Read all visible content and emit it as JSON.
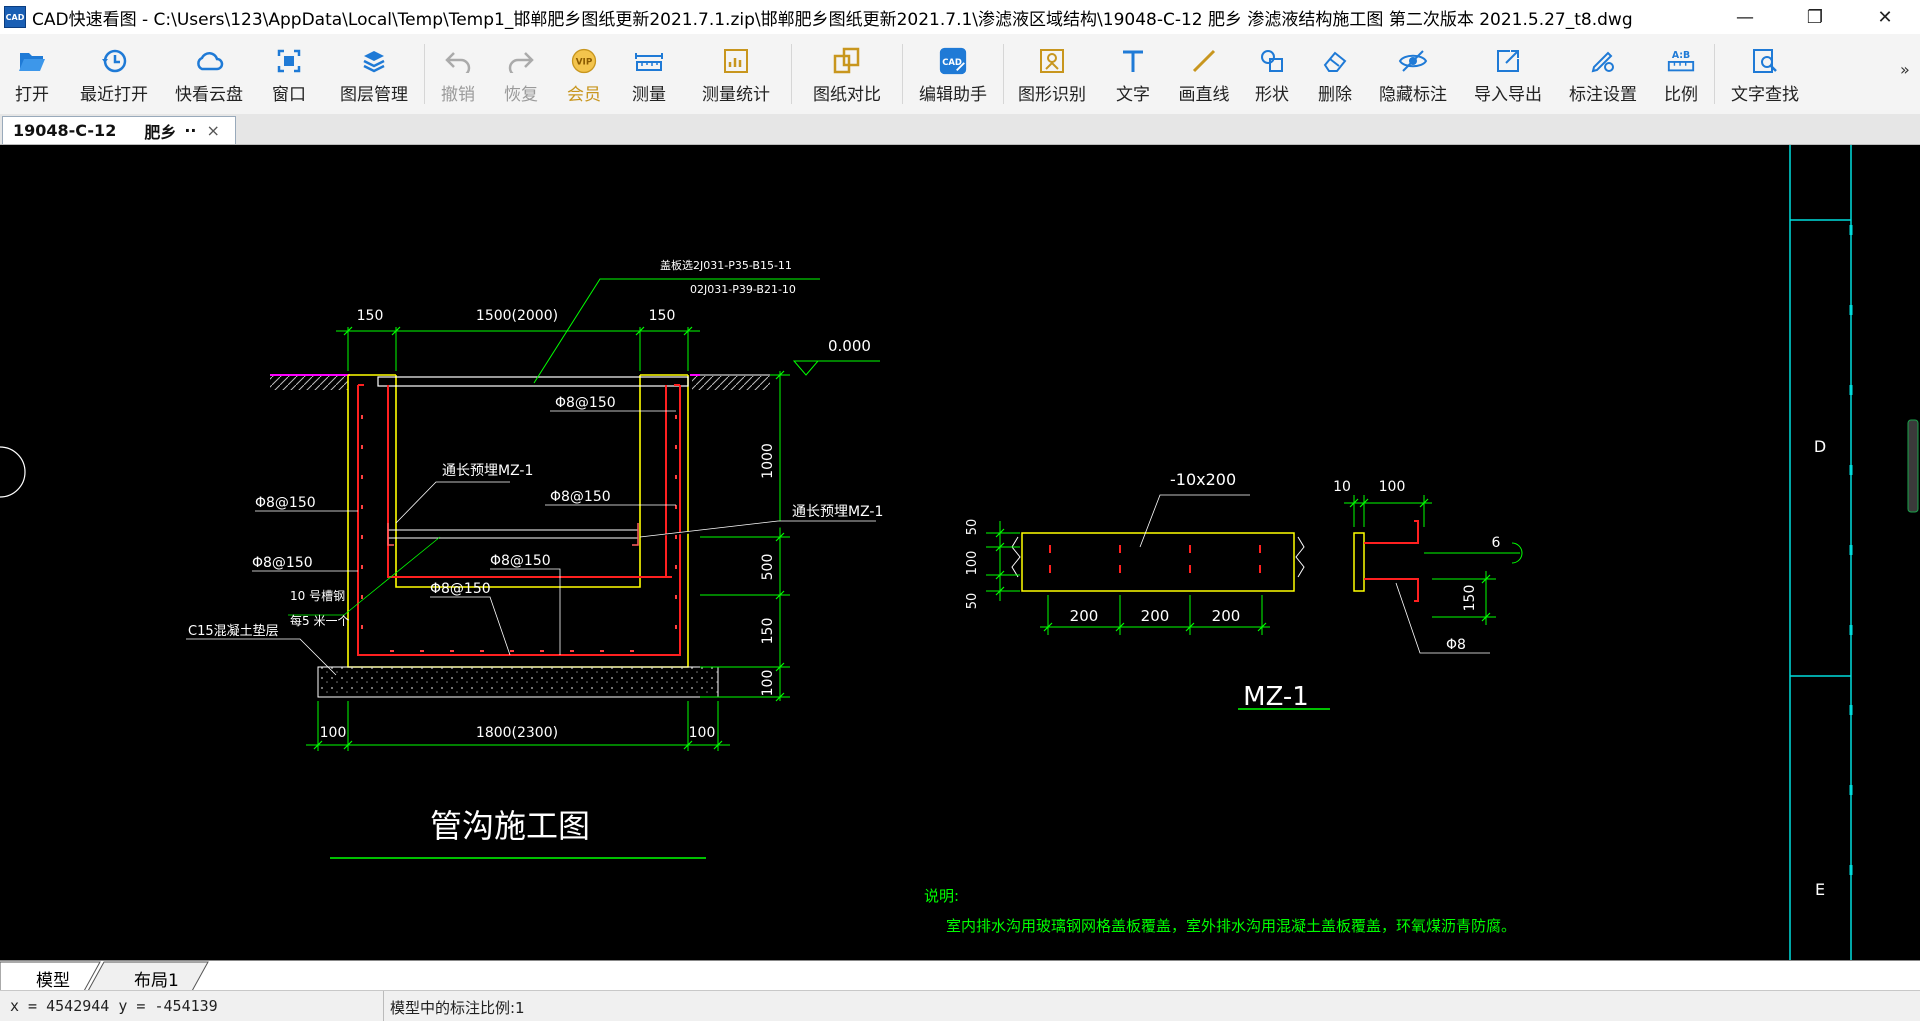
{
  "window": {
    "title": "CAD快速看图 - C:\\Users\\123\\AppData\\Local\\Temp\\Temp1_邯郸肥乡图纸更新2021.7.1.zip\\邯郸肥乡图纸更新2021.7.1\\渗滤液区域结构\\19048-C-12   肥乡 渗滤液结构施工图 第二次版本 2021.5.27_t8.dwg",
    "app_icon_text": "CAD"
  },
  "toolbar": {
    "items": [
      {
        "label": "打开",
        "icon": "folder-open-icon"
      },
      {
        "label": "最近打开",
        "icon": "clock-icon"
      },
      {
        "label": "快看云盘",
        "icon": "cloud-icon"
      },
      {
        "label": "窗口",
        "icon": "window-icon"
      },
      {
        "label": "图层管理",
        "icon": "layers-icon"
      },
      {
        "label": "撤销",
        "icon": "undo-icon"
      },
      {
        "label": "恢复",
        "icon": "redo-icon"
      },
      {
        "label": "会员",
        "icon": "vip-icon",
        "badge": "VIP"
      },
      {
        "label": "测量",
        "icon": "ruler-icon"
      },
      {
        "label": "测量统计",
        "icon": "measure-stats-icon"
      },
      {
        "label": "图纸对比",
        "icon": "compare-icon"
      },
      {
        "label": "编辑助手",
        "icon": "edit-assistant-icon",
        "badge": "CAD"
      },
      {
        "label": "图形识别",
        "icon": "shape-recognize-icon"
      },
      {
        "label": "文字",
        "icon": "text-icon"
      },
      {
        "label": "画直线",
        "icon": "line-icon"
      },
      {
        "label": "形状",
        "icon": "shapes-icon"
      },
      {
        "label": "删除",
        "icon": "eraser-icon"
      },
      {
        "label": "隐藏标注",
        "icon": "eye-hide-icon"
      },
      {
        "label": "导入导出",
        "icon": "import-export-icon"
      },
      {
        "label": "标注设置",
        "icon": "annotation-settings-icon"
      },
      {
        "label": "比例",
        "icon": "scale-icon",
        "badge": "A:B"
      },
      {
        "label": "文字查找",
        "icon": "text-search-icon"
      }
    ],
    "more": "»"
  },
  "doc_tab": {
    "name": "19048-C-12",
    "suffix": "肥乡",
    "dots": "··",
    "close": "×"
  },
  "layout_tabs": [
    "模型",
    "布局1"
  ],
  "status": {
    "coords": "x = 4542944  y = -454139",
    "scale_text": "模型中的标注比例:1"
  },
  "drawing": {
    "section": {
      "cover_ref_1": "盖板选2J031-P35-B15-11",
      "cover_ref_2": "02J031-P39-B21-10",
      "dim_150_left": "150",
      "dim_1500": "1500(2000)",
      "dim_150_right": "150",
      "level": "0.000",
      "rebar_1": "Φ8@150",
      "embed_1": "通长预埋MZ-1",
      "rebar_2": "Φ8@150",
      "rebar_left_1": "Φ8@150",
      "embed_2": "通长预埋MZ-1",
      "rebar_left_2": "Φ8@150",
      "rebar_3": "Φ8@150",
      "rebar_4": "Φ8@150",
      "channel_1": "10 号槽钢",
      "channel_2": "每5 米一个",
      "cushion": "C15混凝土垫层",
      "dim_v_1000": "1000",
      "dim_v_500": "500",
      "dim_v_150": "150",
      "dim_v_100": "100",
      "dim_100_left": "100",
      "dim_1800": "1800(2300)",
      "dim_100_right": "100",
      "title": "管沟施工图"
    },
    "mz": {
      "plate": "-10x200",
      "dim_50_top": "50",
      "dim_100": "100",
      "dim_50_bot": "50",
      "dim_200_a": "200",
      "dim_200_b": "200",
      "dim_200_c": "200",
      "dim_10": "10",
      "dim_100_top": "100",
      "dim_6": "6",
      "dim_150": "150",
      "rebar": "Φ8",
      "title": "MZ-1"
    },
    "notes": {
      "heading": "说明:",
      "line": "室内排水沟用玻璃钢网格盖板覆盖，室外排水沟用混凝土盖板覆盖，环氧煤沥",
      "line_end": "青防腐。"
    },
    "frame": {
      "label_d": "D",
      "label_e": "E"
    }
  },
  "colors": {
    "dim": "#00ff00",
    "wall": "#ffff00",
    "rebar": "#ff2020",
    "text": "#ffffff",
    "frame": "#00dede",
    "hatch": "#bdbdbd",
    "ground": "#ff00ff",
    "toolbar_icon": "#1f7ad6",
    "vip": "#c8961e"
  }
}
